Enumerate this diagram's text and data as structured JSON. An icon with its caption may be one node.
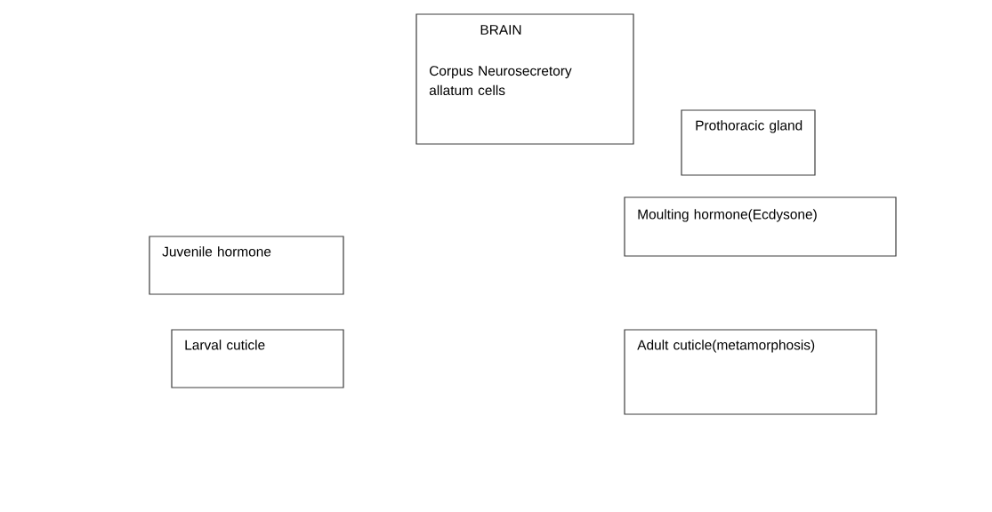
{
  "diagram": {
    "nodes": [
      {
        "text": [
          "BRAIN",
          "Corpus Neurosecretory allatum cells"
        ]
      },
      {
        "text": [
          "Prothoracic gland"
        ]
      },
      {
        "text": [
          "Moulting hormone(Ecdysone)"
        ]
      },
      {
        "text": [
          "Juvenile hormone"
        ]
      },
      {
        "text": [
          "Larval cuticle"
        ]
      },
      {
        "text": [
          "Adult cuticle(metamorphosis)"
        ]
      }
    ]
  }
}
